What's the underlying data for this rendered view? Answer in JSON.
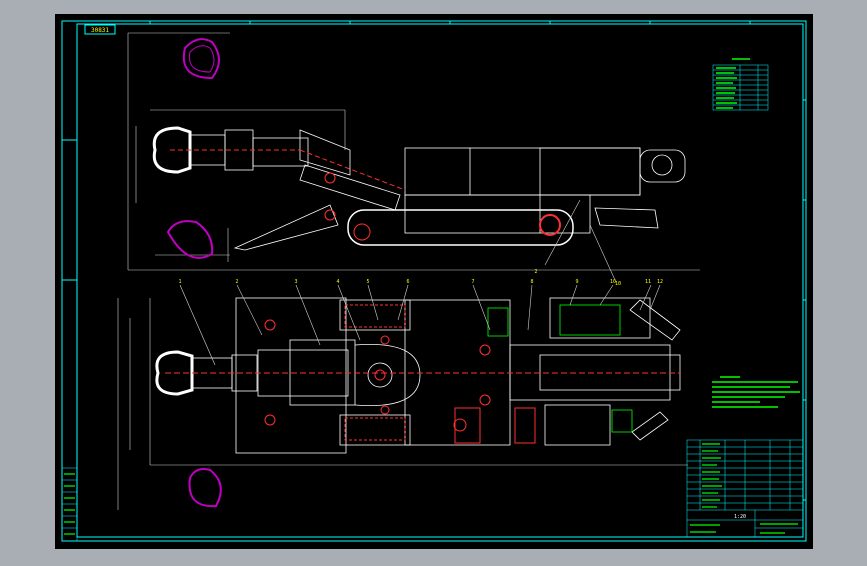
{
  "drawing": {
    "background_color": "#000000",
    "frame_color": "#00ffff",
    "accent_red": "#ff3030",
    "accent_magenta": "#c000c0",
    "text_green": "#00ff00",
    "yellow": "#ffff00"
  },
  "labels": {
    "title_block_corner": "30831",
    "callout_numbers": [
      "1",
      "2",
      "3",
      "4",
      "5",
      "6",
      "7",
      "8",
      "9",
      "10",
      "11",
      "12"
    ],
    "side_view_callouts": [
      "2",
      "10"
    ],
    "scale_note": "1:20"
  }
}
